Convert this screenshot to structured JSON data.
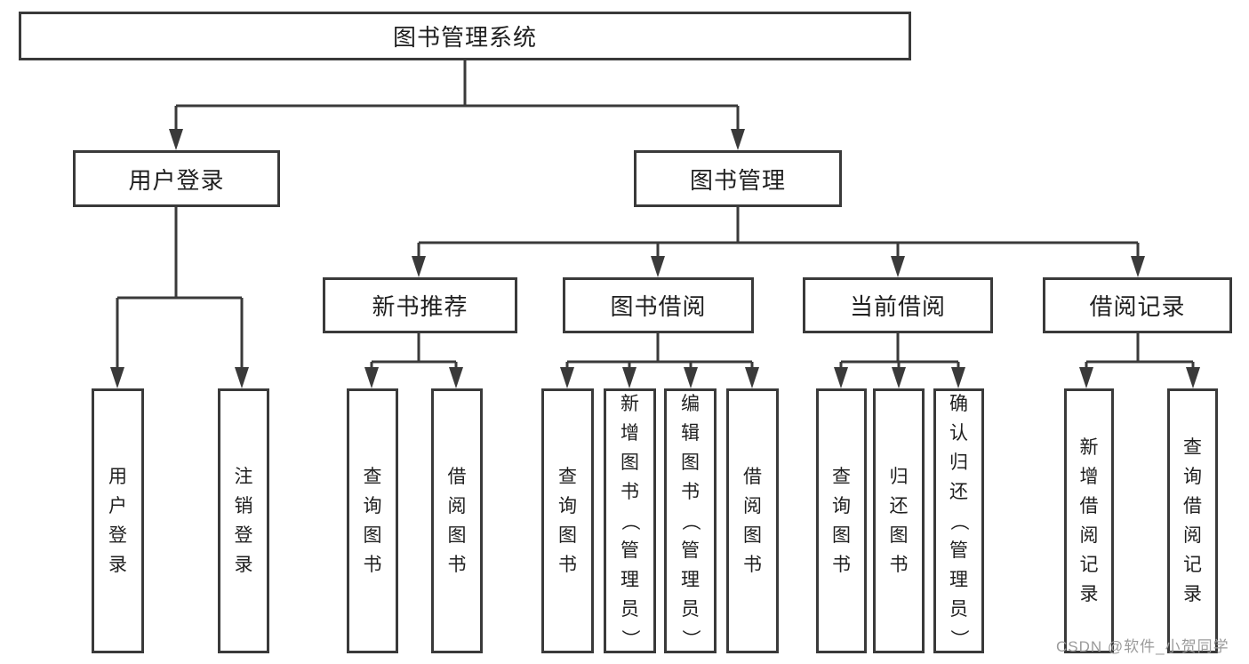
{
  "diagram": {
    "root": {
      "label": "图书管理系统"
    },
    "branches": [
      {
        "label": "用户登录",
        "children": [
          {
            "label": "用户登录"
          },
          {
            "label": "注销登录"
          }
        ]
      },
      {
        "label": "图书管理",
        "children": [
          {
            "label": "新书推荐",
            "children": [
              {
                "label": "查询图书"
              },
              {
                "label": "借阅图书"
              }
            ]
          },
          {
            "label": "图书借阅",
            "children": [
              {
                "label": "查询图书"
              },
              {
                "label": "新增图书（管理员）"
              },
              {
                "label": "编辑图书（管理员）"
              },
              {
                "label": "借阅图书"
              }
            ]
          },
          {
            "label": "当前借阅",
            "children": [
              {
                "label": "查询图书"
              },
              {
                "label": "归还图书"
              },
              {
                "label": "确认归还（管理员）"
              }
            ]
          },
          {
            "label": "借阅记录",
            "children": [
              {
                "label": "新增借阅记录"
              },
              {
                "label": "查询借阅记录"
              }
            ]
          }
        ]
      }
    ]
  },
  "watermark": {
    "text": "CSDN @软件_小贺同学"
  },
  "colors": {
    "line": "#3a3a3a",
    "text": "#1f1f1f",
    "watermark": "#9b9b9b",
    "background": "#ffffff"
  }
}
